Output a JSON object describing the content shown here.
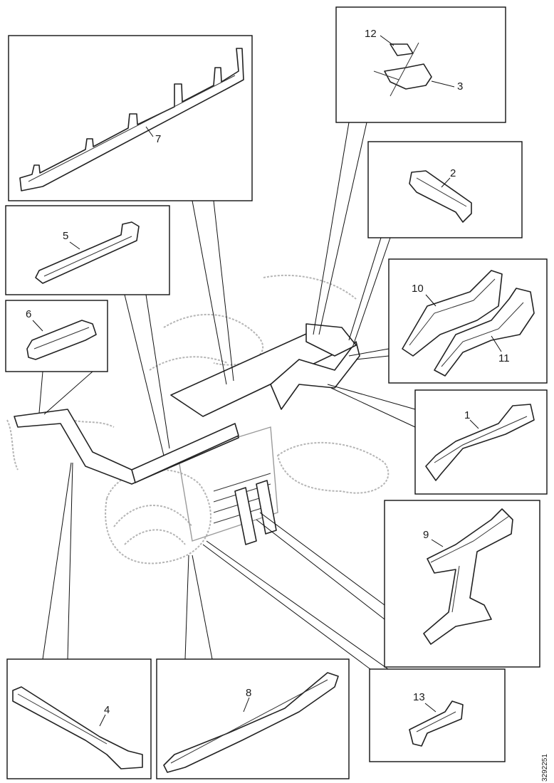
{
  "callouts": {
    "c1": "1",
    "c2": "2",
    "c3": "3",
    "c4": "4",
    "c5": "5",
    "c6": "6",
    "c7": "7",
    "c8": "8",
    "c9": "9",
    "c10": "10",
    "c11": "11",
    "c12": "12",
    "c13": "13"
  },
  "figure_number": "3292251"
}
